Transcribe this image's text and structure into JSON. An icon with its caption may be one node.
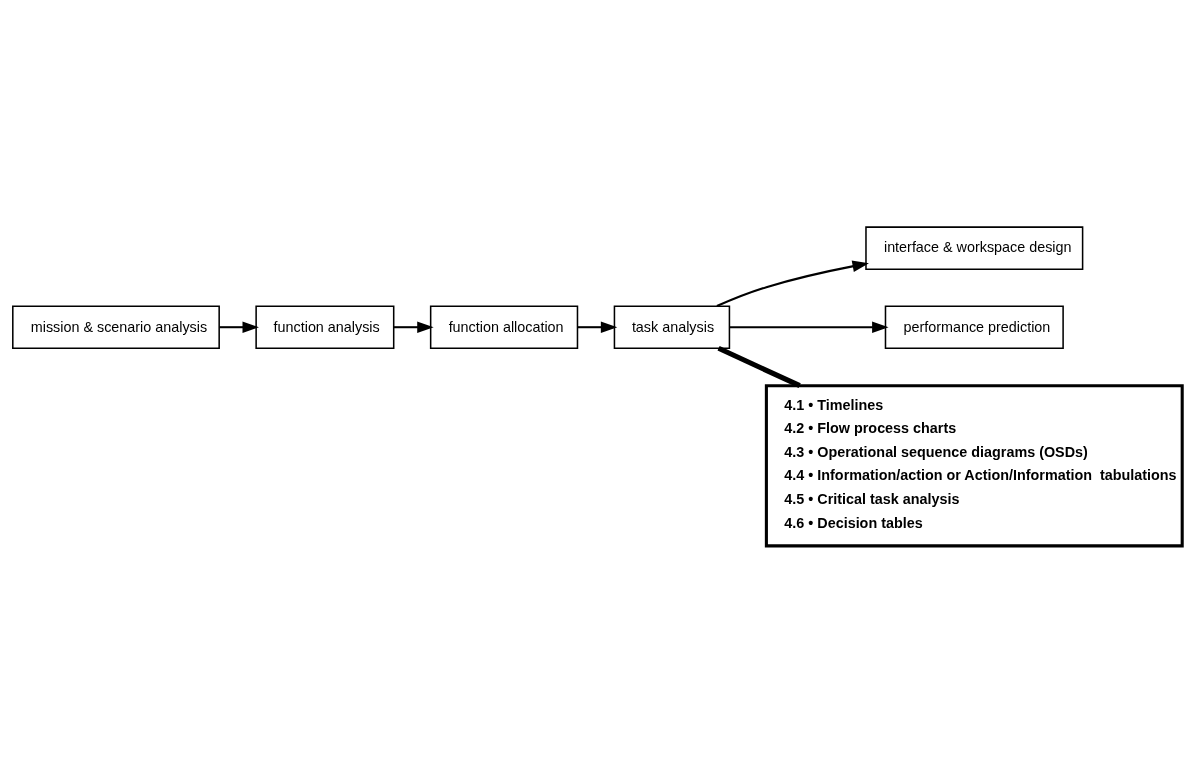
{
  "diagram": {
    "nodes": [
      {
        "text": [
          "mission & scenario analysis"
        ]
      },
      {
        "text": [
          "function analysis"
        ]
      },
      {
        "text": [
          "function allocation"
        ]
      },
      {
        "text": [
          "task analysis"
        ]
      },
      {
        "text": [
          "interface & workspace design"
        ]
      },
      {
        "text": [
          "performance prediction"
        ]
      },
      {
        "text": [
          "4.1 • Timelines",
          "4.2 • Flow process charts",
          "4.3 • Operational sequence diagrams (OSDs)",
          "4.4 • Information/action or Action/Information  tabulations",
          "4.5 • Critical task analysis",
          "4.6 • Decision tables"
        ]
      }
    ],
    "edges": [
      {
        "from": 0,
        "to": 1,
        "arrow": "to"
      },
      {
        "from": 1,
        "to": 2,
        "arrow": "to"
      },
      {
        "from": 2,
        "to": 3,
        "arrow": "to"
      },
      {
        "from": 3,
        "to": 4,
        "arrow": "to"
      },
      {
        "from": 3,
        "to": 5,
        "arrow": "to"
      },
      {
        "from": 3,
        "to": 6,
        "arrow": "none",
        "style": "thick"
      }
    ]
  }
}
